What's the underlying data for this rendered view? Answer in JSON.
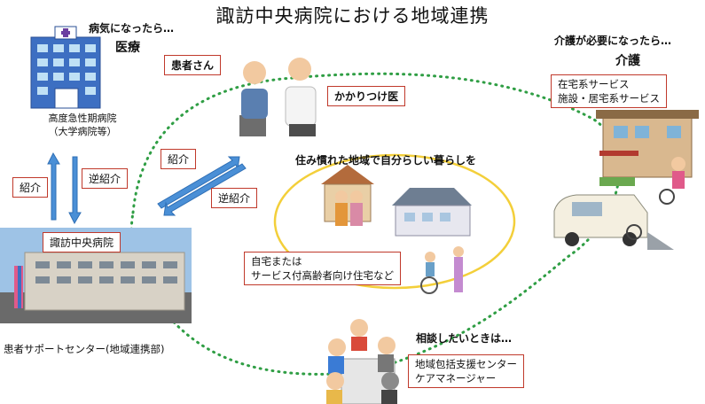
{
  "title": "諏訪中央病院における地域連携",
  "top_left": {
    "header": "病気になったら…",
    "category": "医療",
    "hospital_caption": [
      "高度急性期病院",
      "（大学病院等）"
    ]
  },
  "arrows_left": {
    "referral": "紹介",
    "reverse_referral": "逆紹介"
  },
  "arrows_middle": {
    "referral": "紹介",
    "reverse_referral": "逆紹介"
  },
  "top_center": {
    "patient": "患者さん",
    "doctor": "かかりつけ医"
  },
  "top_right": {
    "header": "介護が必要になったら…",
    "category": "介護",
    "services": [
      "在宅系サービス",
      "施設・居宅系サービス"
    ]
  },
  "middle": {
    "heading": "住み慣れた地域で自分らしい暮らしを",
    "housing": [
      "自宅または",
      "サービス付高齢者向け住宅など"
    ]
  },
  "bottom_left": {
    "hospital_name": "諏訪中央病院",
    "support_center": "患者サポートセンター(地域連携部)"
  },
  "bottom_center": {
    "header": "相談したいときは…",
    "contacts": [
      "地域包括支援センター",
      "ケアマネージャー"
    ]
  },
  "colors": {
    "accent_red": "#c0392b",
    "arrow_blue": "#4a8fd6",
    "dotted_green": "#2f9e44",
    "ellipse_yellow": "#f3cf3a"
  }
}
